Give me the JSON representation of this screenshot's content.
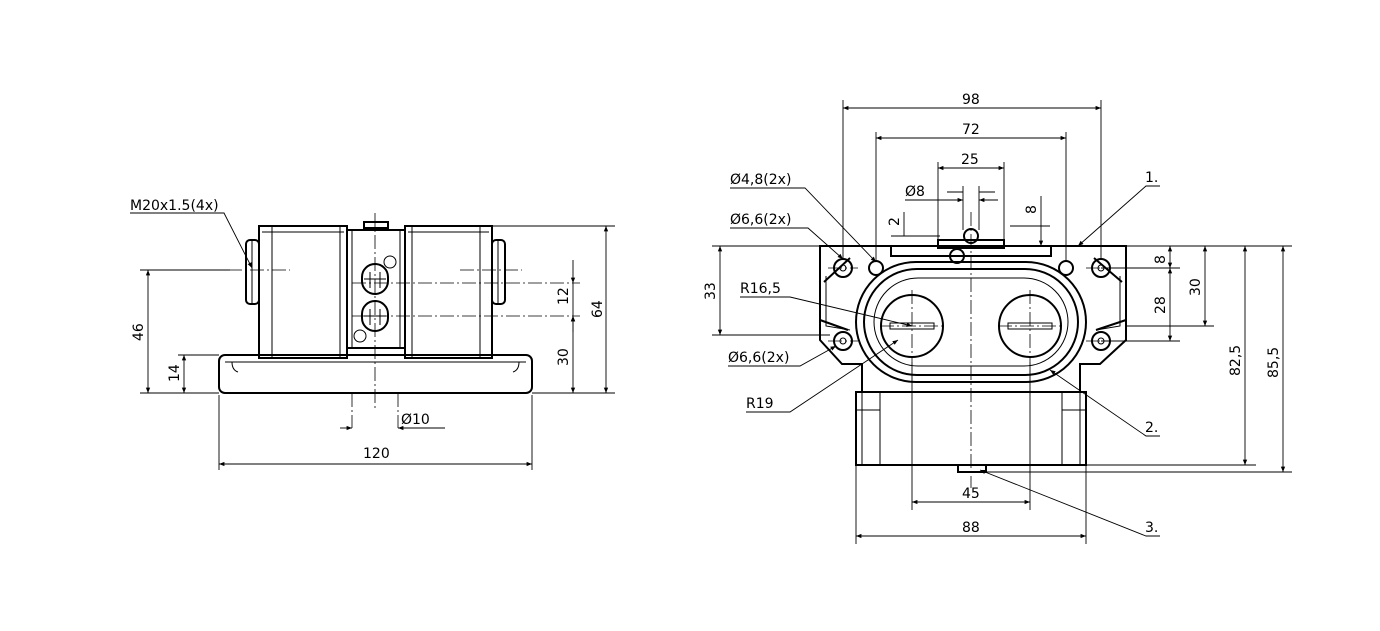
{
  "labels": {
    "m20": "M20x1.5(4x)",
    "d10": "Ø10",
    "d48": "Ø4,8(2x)",
    "d66a": "Ø6,6(2x)",
    "d66b": "Ø6,6(2x)",
    "d8": "Ø8",
    "r165": "R16,5",
    "r19": "R19",
    "call1": "1.",
    "call2": "2.",
    "call3": "3."
  },
  "dims": {
    "d120": "120",
    "d46": "46",
    "d14": "14",
    "d12": "12",
    "d30a": "30",
    "d64": "64",
    "d98": "98",
    "d72": "72",
    "d25": "25",
    "d2": "2",
    "d8top": "8",
    "d33": "33",
    "d8b": "8",
    "d28": "28",
    "d30b": "30",
    "d825": "82,5",
    "d855": "85,5",
    "d45": "45",
    "d88": "88"
  }
}
